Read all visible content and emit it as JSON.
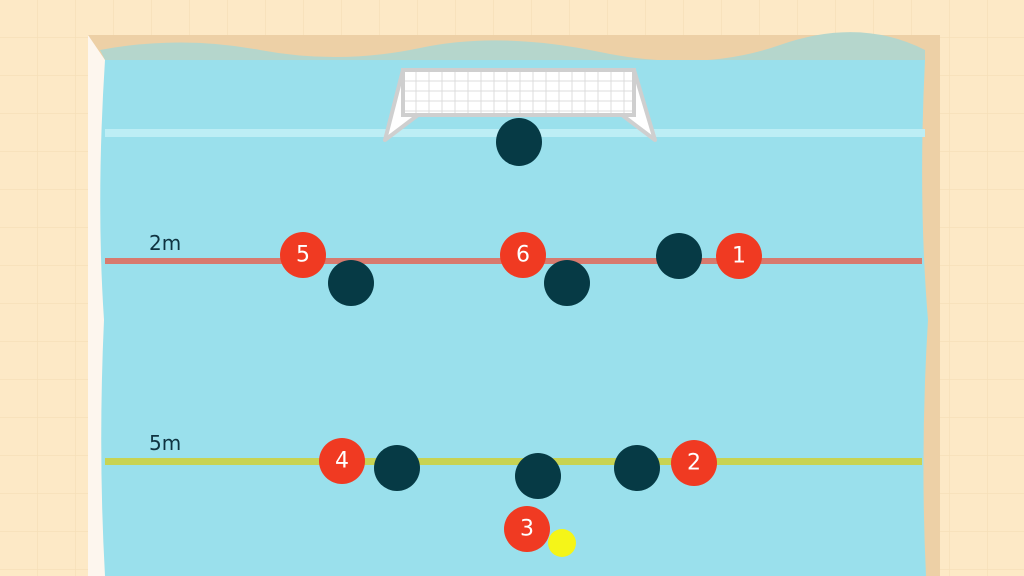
{
  "lines": {
    "two_meter": {
      "label": "2m",
      "color": "#d87a6e"
    },
    "five_meter": {
      "label": "5m",
      "color": "#c8d352"
    }
  },
  "attackers": [
    {
      "number": "1"
    },
    {
      "number": "2"
    },
    {
      "number": "3"
    },
    {
      "number": "4"
    },
    {
      "number": "5"
    },
    {
      "number": "6"
    }
  ],
  "colors": {
    "water": "#9ae0ec",
    "attacker": "#f03a22",
    "defender": "#063a45",
    "ball": "#f5f518",
    "deck": "#fde9c6"
  }
}
